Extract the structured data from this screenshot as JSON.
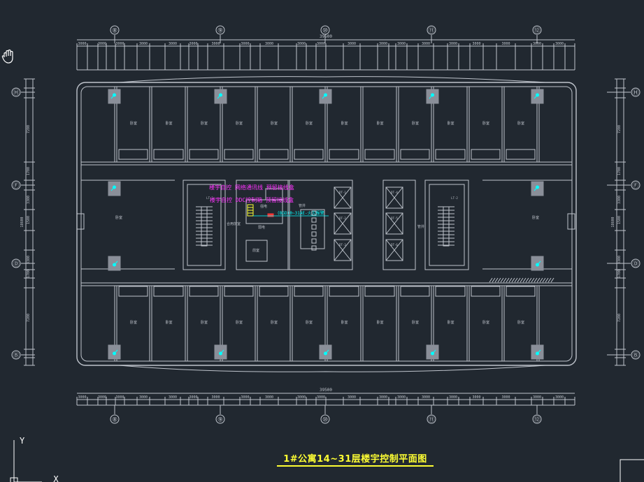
{
  "title": "1#公寓14~31层楼宇控制平面图",
  "ucs": {
    "y_label": "Y",
    "x_label": "X"
  },
  "axes_top": [
    "⑧",
    "⑨",
    "⑩",
    "⑪",
    "⑫"
  ],
  "axes_bottom": [
    "⑧",
    "⑨",
    "⑩",
    "⑪",
    "⑫"
  ],
  "axes_left": [
    "Ⓗ",
    "Ⓕ",
    "Ⓓ",
    "Ⓑ"
  ],
  "axes_right": [
    "Ⓗ",
    "Ⓕ",
    "Ⓓ",
    "Ⓑ"
  ],
  "dims": {
    "total_width": "39500",
    "total_depth": "18600",
    "left_vertical": [
      "7200",
      "1700",
      "3300",
      "1500",
      "3300",
      "1700",
      "7200"
    ],
    "right_vertical": [
      "7200",
      "1700",
      "3300",
      "1500",
      "3300",
      "1700",
      "7200"
    ],
    "small": [
      "300",
      "600",
      "300",
      "300"
    ]
  },
  "room_labels": {
    "bedroom": "卧室",
    "elec_room": "强电",
    "weak_room": "弱电",
    "corridor": "合用前室",
    "equip": "前室",
    "lift": "电梯",
    "lift_ids": [
      "DT-1",
      "DT-2",
      "DT-3",
      "DT-4",
      "DT-5",
      "DT-6"
    ],
    "stair_ids": [
      "LT-1",
      "LT-2"
    ],
    "shaft": "管井"
  },
  "annotations": {
    "pink_line1": "楼宇自控 网络通讯线 预留接线盒",
    "pink_line2": "楼宇自控 DDC控制箱 预留接线盒",
    "cyan_note": "(BGD)0~31AE-火灾报警"
  },
  "colors": {
    "background": "#212830",
    "lines": "#bfc4cc",
    "cyan": "#00ffff",
    "magenta": "#ff33ff",
    "yellow": "#ffff33",
    "grey_fill": "#8a8f99"
  }
}
